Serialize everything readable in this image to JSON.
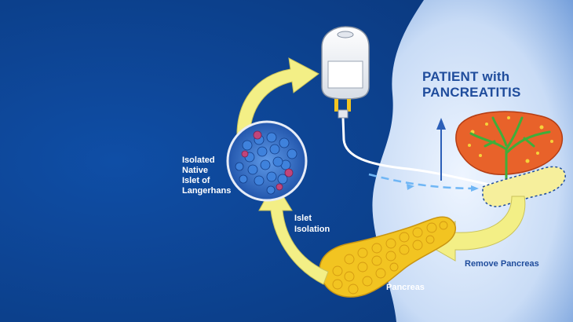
{
  "title": {
    "line1": "PATIENT with",
    "line2": "PANCREATITIS"
  },
  "labels": {
    "islet": [
      "Isolated",
      "Native",
      "Islet of",
      "Langerhans"
    ],
    "islet_isolation": [
      "Islet",
      "Isolation"
    ],
    "pancreas": "Pancreas",
    "remove_pancreas": "Remove Pancreas"
  },
  "colors": {
    "background": "#0b3d8c",
    "body_highlight": "#dce9fb",
    "title": "#1f4c9c",
    "arrow": "#f3ef86",
    "pancreas": "#f2c421",
    "liver": "#e8622a",
    "bile_ducts": "#3fae3a",
    "islet_cells": "#2a6fd0"
  }
}
